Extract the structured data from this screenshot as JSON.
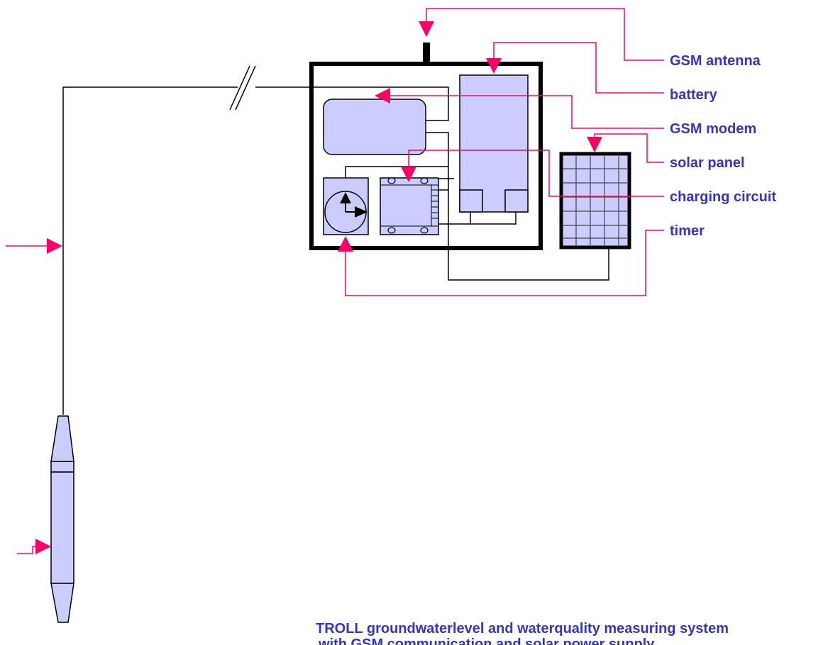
{
  "labels": {
    "gsm_antenna": "GSM antenna",
    "battery": "battery",
    "gsm_modem": "GSM modem",
    "solar_panel": "solar panel",
    "charging_circuit": "charging circuit",
    "timer": "timer"
  },
  "caption": {
    "line1": "TROLL groundwaterlevel and waterquality measuring system",
    "line2": "with GSM communication and solar power supply"
  },
  "colors": {
    "label_text": "#3333cc",
    "pointer": "#ff0066",
    "component_fill": "#ccccff",
    "outline": "#000000"
  }
}
